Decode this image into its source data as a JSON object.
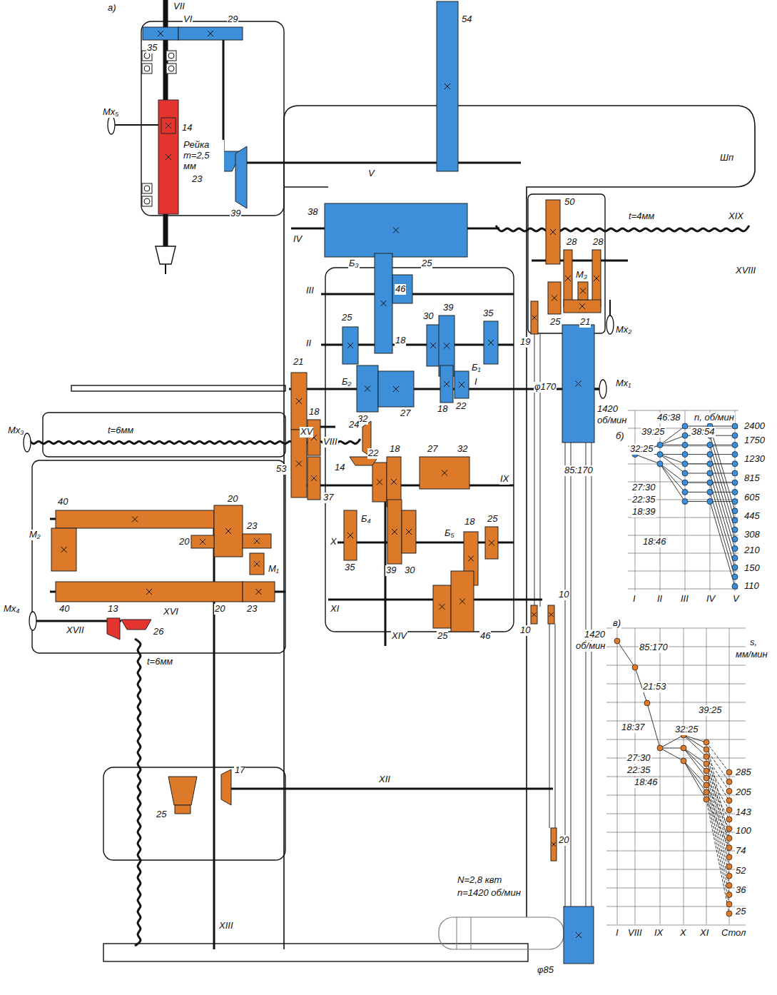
{
  "diagram": {
    "labels": [
      "а)",
      "VII",
      "35",
      "VI",
      "29",
      "14",
      "Мх₅",
      "Рейка m=2,5 мм",
      "23",
      "39",
      "V",
      "54",
      "Шп",
      "38",
      "IV",
      "50",
      "t=4мм",
      "28",
      "28",
      "М₃",
      "XIX",
      "XVIII",
      "21",
      "25",
      "19",
      "Мх₂",
      "Б₃",
      "25",
      "III",
      "25",
      "30",
      "39",
      "35",
      "II",
      "46",
      "18",
      "Б₁",
      "Мх₁",
      "I",
      "21",
      "32",
      "Б₂",
      "27",
      "18",
      "22",
      "φ170",
      "1420",
      "об/мин",
      "б)",
      "46:38",
      "n, об/мин",
      "39:25",
      "38:54",
      "2400",
      "1750",
      "32:25",
      "1230",
      "85:170",
      "815",
      "27:30",
      "22:35",
      "605",
      "18:39",
      "445",
      "308",
      "18:46",
      "210",
      "150",
      "110",
      "I",
      "II",
      "III",
      "IV",
      "V",
      "Мх₃",
      "t=6мм",
      "XV",
      "24",
      "14",
      "VIII",
      "18",
      "53",
      "37",
      "22",
      "18",
      "27",
      "32",
      "IX",
      "20",
      "23",
      "40",
      "20",
      "М₁",
      "Б₄",
      "Б₅",
      "18",
      "25",
      "X",
      "39",
      "30",
      "35",
      "М₂",
      "Мх₄",
      "40",
      "20",
      "23",
      "XVI",
      "13",
      "26",
      "XVII",
      "XIV",
      "XI",
      "25",
      "46",
      "10",
      "10",
      "в)",
      "1420",
      "об/мин",
      "s,",
      "мм/мин",
      "85:170",
      "21:53",
      "t=6мм",
      "39:25",
      "18:37",
      "32:25",
      "27:30",
      "22:35",
      "18:46",
      "285",
      "205",
      "143",
      "100",
      "74",
      "52",
      "36",
      "25",
      "I",
      "VIII",
      "IX",
      "X",
      "XI",
      "Стол",
      "17",
      "25",
      "XII",
      "20",
      "N=2,8 квт",
      "n=1420 об/мин",
      "φ85",
      "XIII"
    ]
  }
}
